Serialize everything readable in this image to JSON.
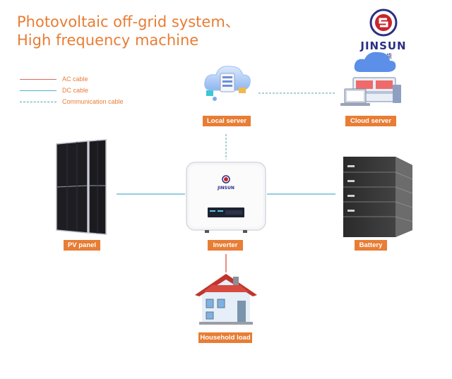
{
  "title": {
    "line1": "Photovoltaic off-grid system、",
    "line2": "High frequency machine"
  },
  "logo": {
    "brand": "JINSUN",
    "subtitle": "晶立盛",
    "color": "#2b2f84",
    "accent": "#c8252c"
  },
  "legend": {
    "items": [
      {
        "label": "AC cable",
        "color": "#e0665e",
        "style": "solid"
      },
      {
        "label": "DC cable",
        "color": "#4fb3c9",
        "style": "solid"
      },
      {
        "label": "Communication cable",
        "color": "#5aa0a8",
        "style": "dashed"
      }
    ]
  },
  "nodes": {
    "local_server": "Local server",
    "cloud_server": "Cloud server",
    "pv_panel": "PV panel",
    "inverter": "Inverter",
    "battery": "Battery",
    "household_load": "Household load"
  },
  "inverter_brand": "JINSUN",
  "colors": {
    "title": "#e87d35",
    "label_bg": "#e87d35",
    "label_text": "#ffffff"
  }
}
